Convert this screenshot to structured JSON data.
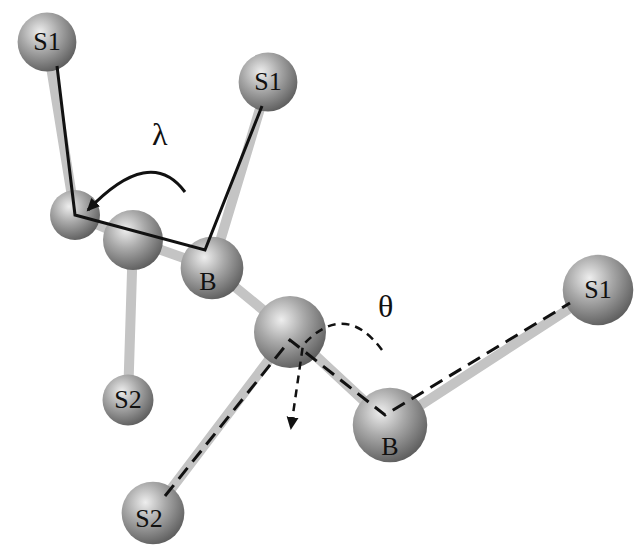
{
  "diagram": {
    "nodes": [
      {
        "text": [
          "S1"
        ]
      },
      {
        "text": [
          "S1"
        ]
      },
      {
        "text": [
          "B"
        ]
      },
      {
        "text": [
          "S1"
        ]
      },
      {
        "text": [
          "S2"
        ]
      },
      {
        "text": [
          "B"
        ]
      },
      {
        "text": [
          "S2"
        ]
      }
    ],
    "edges": [
      {
        "from": 2,
        "to": 1,
        "arrow": "none"
      },
      {
        "from": 5,
        "to": 3,
        "arrow": "none"
      }
    ],
    "labels": [
      "λ",
      "θ"
    ]
  }
}
